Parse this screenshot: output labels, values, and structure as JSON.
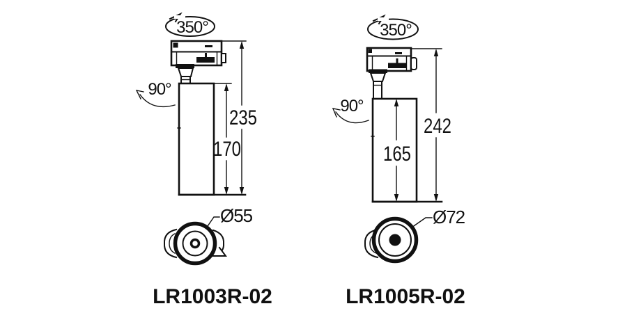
{
  "page": {
    "background": "#ffffff",
    "ink": "#111111",
    "type_label": "track light dimension drawing"
  },
  "fixtures": [
    {
      "model": "LR1003R-02",
      "rotation_label": "350°",
      "tilt_label": "90°",
      "overall_height": "235",
      "body_height": "170",
      "diameter": "Ø55"
    },
    {
      "model": "LR1005R-02",
      "rotation_label": "350°",
      "tilt_label": "90°",
      "overall_height": "242",
      "body_height": "165",
      "diameter": "Ø72"
    }
  ]
}
